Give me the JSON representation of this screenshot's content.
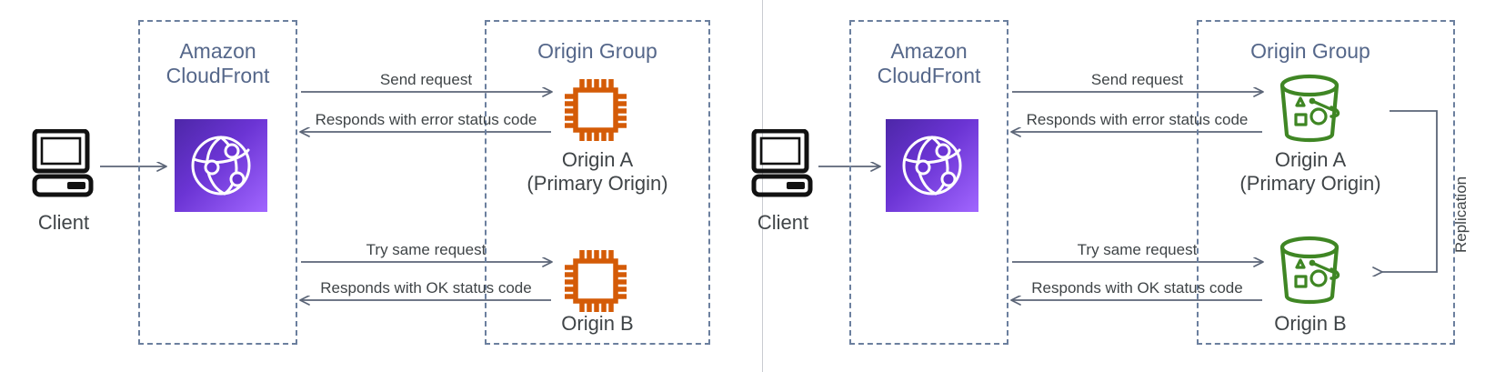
{
  "diagram": {
    "title_color": "#55678a",
    "text_color": "#3f4447",
    "arrow_color": "#5b6577",
    "dashed_color": "#6b7f9e",
    "ec2_color": "#d45b07",
    "s3_color": "#3f8624",
    "divider_color": "#c9ccd1"
  },
  "panels": [
    {
      "id": "left",
      "client": {
        "label": "Client",
        "icon": "desktop-computer-icon"
      },
      "cloudfront": {
        "title": "Amazon\nCloudFront",
        "icon": "cloudfront-globe-icon"
      },
      "origin_group": {
        "title": "Origin Group",
        "origins": [
          {
            "icon": "ec2-chip-icon",
            "label": "Origin A\n(Primary Origin)"
          },
          {
            "icon": "ec2-chip-icon",
            "label": "Origin B"
          }
        ]
      },
      "flows": [
        {
          "label": "Send request",
          "direction": "right"
        },
        {
          "label": "Responds with error status code",
          "direction": "left"
        },
        {
          "label": "Try same request",
          "direction": "right"
        },
        {
          "label": "Responds with OK status code",
          "direction": "left"
        }
      ],
      "replication": null
    },
    {
      "id": "right",
      "client": {
        "label": "Client",
        "icon": "desktop-computer-icon"
      },
      "cloudfront": {
        "title": "Amazon\nCloudFront",
        "icon": "cloudfront-globe-icon"
      },
      "origin_group": {
        "title": "Origin Group",
        "origins": [
          {
            "icon": "s3-bucket-icon",
            "label": "Origin A\n(Primary Origin)"
          },
          {
            "icon": "s3-bucket-icon",
            "label": "Origin B"
          }
        ]
      },
      "flows": [
        {
          "label": "Send request",
          "direction": "right"
        },
        {
          "label": "Responds with error status code",
          "direction": "left"
        },
        {
          "label": "Try same request",
          "direction": "right"
        },
        {
          "label": "Responds with OK status code",
          "direction": "left"
        }
      ],
      "replication": {
        "label": "Replication"
      }
    }
  ]
}
